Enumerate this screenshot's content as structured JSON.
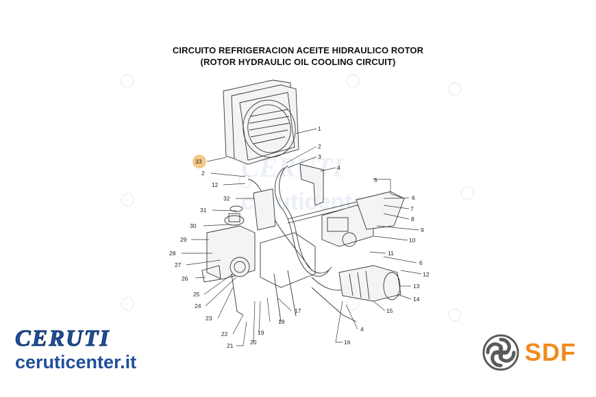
{
  "title_line1": "CIRCUITO REFRIGERACION ACEITE HIDRAULICO ROTOR",
  "title_line2": "(ROTOR HYDRAULIC OIL COOLING CIRCUIT)",
  "callouts": [
    {
      "label": "1"
    },
    {
      "label": "2"
    },
    {
      "label": "3"
    },
    {
      "label": "4"
    },
    {
      "label": "5"
    },
    {
      "label": "6"
    },
    {
      "label": "7"
    },
    {
      "label": "8"
    },
    {
      "label": "9"
    },
    {
      "label": "10"
    },
    {
      "label": "11"
    },
    {
      "label": "6"
    },
    {
      "label": "12"
    },
    {
      "label": "13"
    },
    {
      "label": "14"
    },
    {
      "label": "15"
    },
    {
      "label": "4"
    },
    {
      "label": "16"
    },
    {
      "label": "17"
    },
    {
      "label": "18"
    },
    {
      "label": "19"
    },
    {
      "label": "20"
    },
    {
      "label": "21"
    },
    {
      "label": "22"
    },
    {
      "label": "23"
    },
    {
      "label": "24"
    },
    {
      "label": "25"
    },
    {
      "label": "26"
    },
    {
      "label": "27"
    },
    {
      "label": "28"
    },
    {
      "label": "29"
    },
    {
      "label": "30"
    },
    {
      "label": "31"
    },
    {
      "label": "32"
    },
    {
      "label": "2"
    },
    {
      "label": "12"
    },
    {
      "label": "33"
    }
  ],
  "highlight_color": "#f5c98a",
  "ceruti_brand": "CERUTI",
  "ceruti_url": "ceruticenter.it",
  "sdf_brand": "SDF",
  "colors": {
    "ceruti_blue": "#1f4f9a",
    "sdf_orange": "#f08a1c",
    "sdf_gray": "#5a5a5a"
  }
}
